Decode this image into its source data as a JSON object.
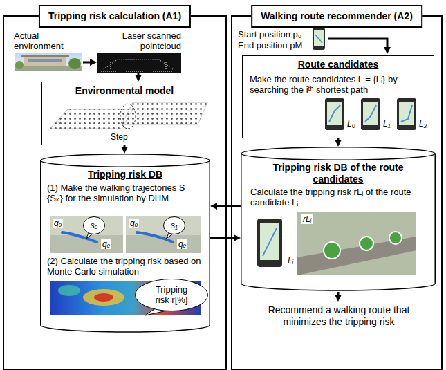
{
  "diagram": {
    "nodes": [
      {
        "text": [
          "Tripping risk calculation (A1)"
        ]
      },
      {
        "text": [
          "Actual environment"
        ],
        "in": 0
      },
      {
        "text": [
          "Laser scanned pointcloud"
        ],
        "in": 0
      },
      {
        "text": [
          "Environmental model"
        ],
        "in": 0
      },
      {
        "text": [
          "Tripping risk DB",
          "(1) Make the walking trajectories S = {Sₖ} for the simulation by DHM",
          "(2) Calculate the tripping risk based on Monte Carlo simulation"
        ],
        "in": 0
      },
      {
        "text": [
          "sₒ"
        ],
        "in": 4
      },
      {
        "text": [
          "s₁"
        ],
        "in": 4
      },
      {
        "text": [
          "Tripping risk r[%]"
        ],
        "in": 4
      },
      {
        "text": [
          "Walking route recommender (A2)"
        ]
      },
      {
        "text": [
          "Route candidates",
          "Make the route candidates L = {Lᵢ} by searching the iᵗʰ shortest path"
        ],
        "in": 8
      },
      {
        "text": [
          "Tripping risk DB of the route candidates",
          "Calculate the tripping risk rLᵢ of the route candidate Lᵢ"
        ],
        "in": 8
      }
    ],
    "edges": [
      {
        "from": 1,
        "to": 2,
        "arrow": "to"
      },
      {
        "from": 2,
        "to": 3,
        "arrow": "to"
      },
      {
        "from": 3,
        "to": 4,
        "arrow": "to"
      },
      {
        "from": 9,
        "to": 10,
        "arrow": "to"
      },
      {
        "from": 10,
        "to": 4,
        "arrow": "to"
      },
      {
        "from": 4,
        "to": 10,
        "arrow": "to"
      }
    ],
    "labels": [
      "Step",
      "qₒ",
      "qₑ",
      "qₒ",
      "qₑ",
      "Start position p₀",
      "End position pM",
      "L₀",
      "L₁",
      "L₂",
      "Lᵢ",
      "rLᵢ",
      "Recommend a walking route that minimizes the tripping risk"
    ]
  }
}
